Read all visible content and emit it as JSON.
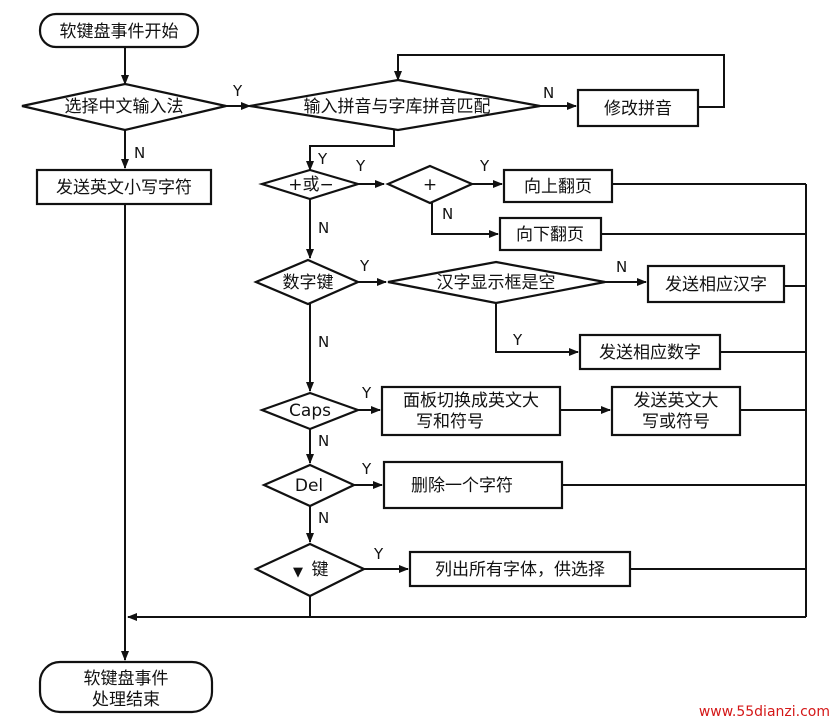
{
  "nodes": {
    "start": "软键盘事件开始",
    "chinese_input": "选择中文输入法",
    "send_lowercase": "发送英文小写字符",
    "pinyin_match": "输入拼音与字库拼音匹配",
    "modify_pinyin": "修改拼音",
    "plus_or_minus": "+或−",
    "plus": "+",
    "page_up": "向上翻页",
    "page_down": "向下翻页",
    "digit_key": "数字键",
    "hanzi_box_empty": "汉字显示框是空",
    "send_hanzi": "发送相应汉字",
    "send_digit": "发送相应数字",
    "caps": "Caps",
    "switch_panel_line1": "面板切换成英文大",
    "switch_panel_line2": "写和符号",
    "send_upper_line1": "发送英文大",
    "send_upper_line2": "写或符号",
    "del": "Del",
    "delete_char": "删除一个字符",
    "arrow_key_symbol": "▼",
    "arrow_key_label": "键",
    "list_fonts": "列出所有字体，供选择",
    "end_line1": "软键盘事件",
    "end_line2": "处理结束"
  },
  "edge_labels": {
    "yes": "Y",
    "no": "N"
  },
  "watermark": "www.55dianzi.com",
  "colors": {
    "ink": "#111111",
    "background": "#ffffff",
    "watermark": "#d41818"
  }
}
